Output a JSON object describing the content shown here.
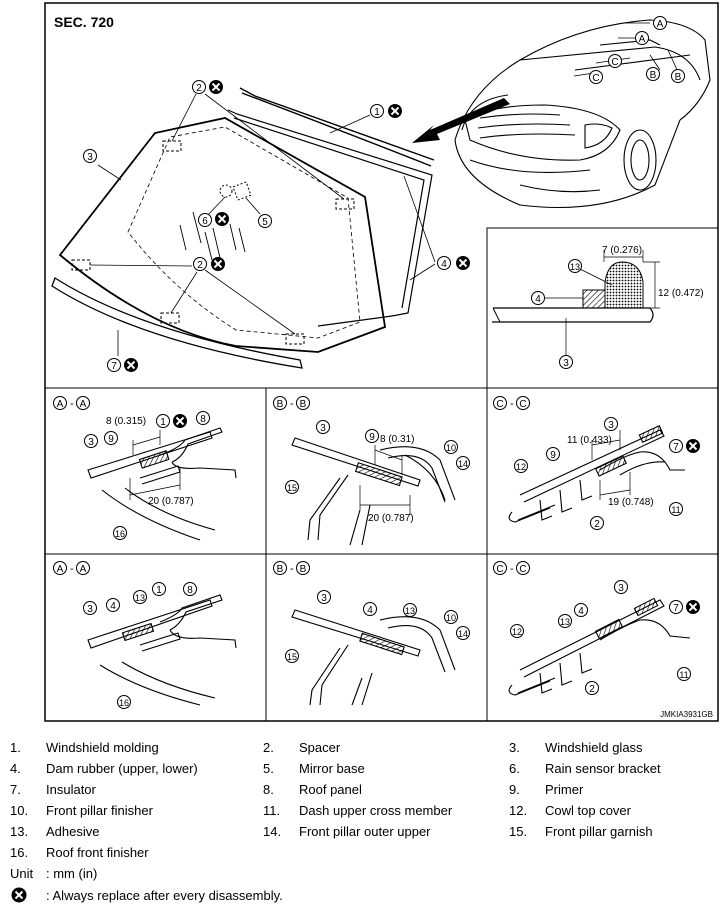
{
  "section_label": "SEC. 720",
  "figure_code": "JMKIA3931GB",
  "callouts": {
    "n1": "1",
    "n2": "2",
    "n3": "3",
    "n4": "4",
    "n5": "5",
    "n6": "6",
    "n7": "7",
    "n8": "8",
    "n9": "9",
    "n10": "10",
    "n11": "11",
    "n12": "12",
    "n13": "13",
    "n14": "14",
    "n15": "15",
    "n16": "16",
    "A": "A",
    "B": "B",
    "C": "C"
  },
  "dimensions": {
    "adh_width": "7 (0.276)",
    "adh_height": "12 (0.472)",
    "aa_top": "8 (0.315)",
    "aa_bottom": "20 (0.787)",
    "bb_top": "8 (0.31)",
    "bb_bottom": "20 (0.787)",
    "cc_top": "11 (0.433)",
    "cc_bottom": "19 (0.748)"
  },
  "section_titles": {
    "aa": "A - A",
    "bb": "B - B",
    "cc": "C - C"
  },
  "legend": {
    "items": [
      {
        "num": "1.",
        "label": "Windshield molding"
      },
      {
        "num": "2.",
        "label": "Spacer"
      },
      {
        "num": "3.",
        "label": "Windshield glass"
      },
      {
        "num": "4.",
        "label": "Dam rubber (upper, lower)"
      },
      {
        "num": "5.",
        "label": "Mirror base"
      },
      {
        "num": "6.",
        "label": "Rain sensor bracket"
      },
      {
        "num": "7.",
        "label": "Insulator"
      },
      {
        "num": "8.",
        "label": "Roof panel"
      },
      {
        "num": "9.",
        "label": "Primer"
      },
      {
        "num": "10.",
        "label": "Front pillar finisher"
      },
      {
        "num": "11.",
        "label": "Dash upper cross member"
      },
      {
        "num": "12.",
        "label": "Cowl top cover"
      },
      {
        "num": "13.",
        "label": "Adhesive"
      },
      {
        "num": "14.",
        "label": "Front pillar outer upper"
      },
      {
        "num": "15.",
        "label": "Front pillar garnish"
      },
      {
        "num": "16.",
        "label": "Roof front finisher"
      }
    ],
    "unit_label": "Unit",
    "unit_value": ": mm (in)",
    "replace_note": ": Always replace after every disassembly."
  }
}
